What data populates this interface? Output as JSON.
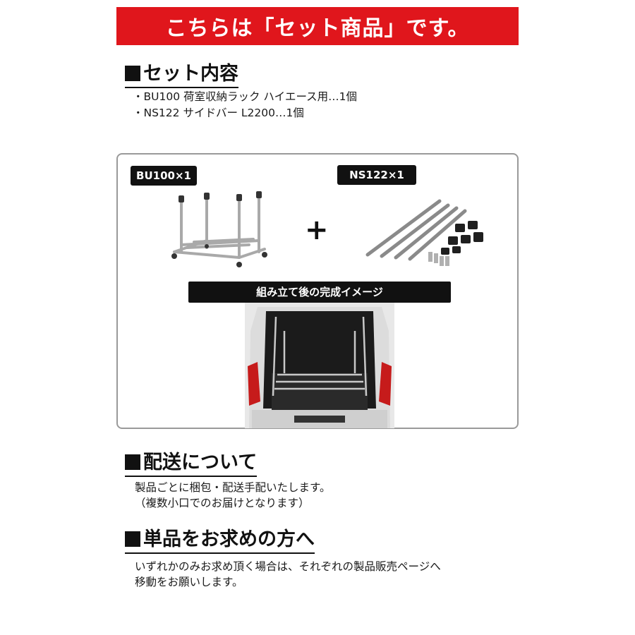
{
  "banner": {
    "text": "こちらは「セット商品」です。"
  },
  "set_contents": {
    "heading": "セット内容",
    "items": [
      "・BU100 荷室収納ラック ハイエース用…1個",
      "・NS122 サイドバー L2200…1個"
    ]
  },
  "panel": {
    "product_a_tag": "BU100×1",
    "product_b_tag": "NS122×1",
    "plus": "+",
    "assembly_label": "組み立て後の完成イメージ"
  },
  "shipping": {
    "heading": "配送について",
    "lines": [
      "製品ごとに梱包・配送手配いたします。",
      "（複数小口でのお届けとなります）"
    ]
  },
  "single": {
    "heading": "単品をお求めの方へ",
    "lines": [
      "いずれかのみお求め頂く場合は、それぞれの製品販売ページへ",
      "移動をお願いします。"
    ]
  },
  "colors": {
    "banner_red": "#e0161c",
    "tag_black": "#111111",
    "panel_border": "#9a9a9a"
  }
}
